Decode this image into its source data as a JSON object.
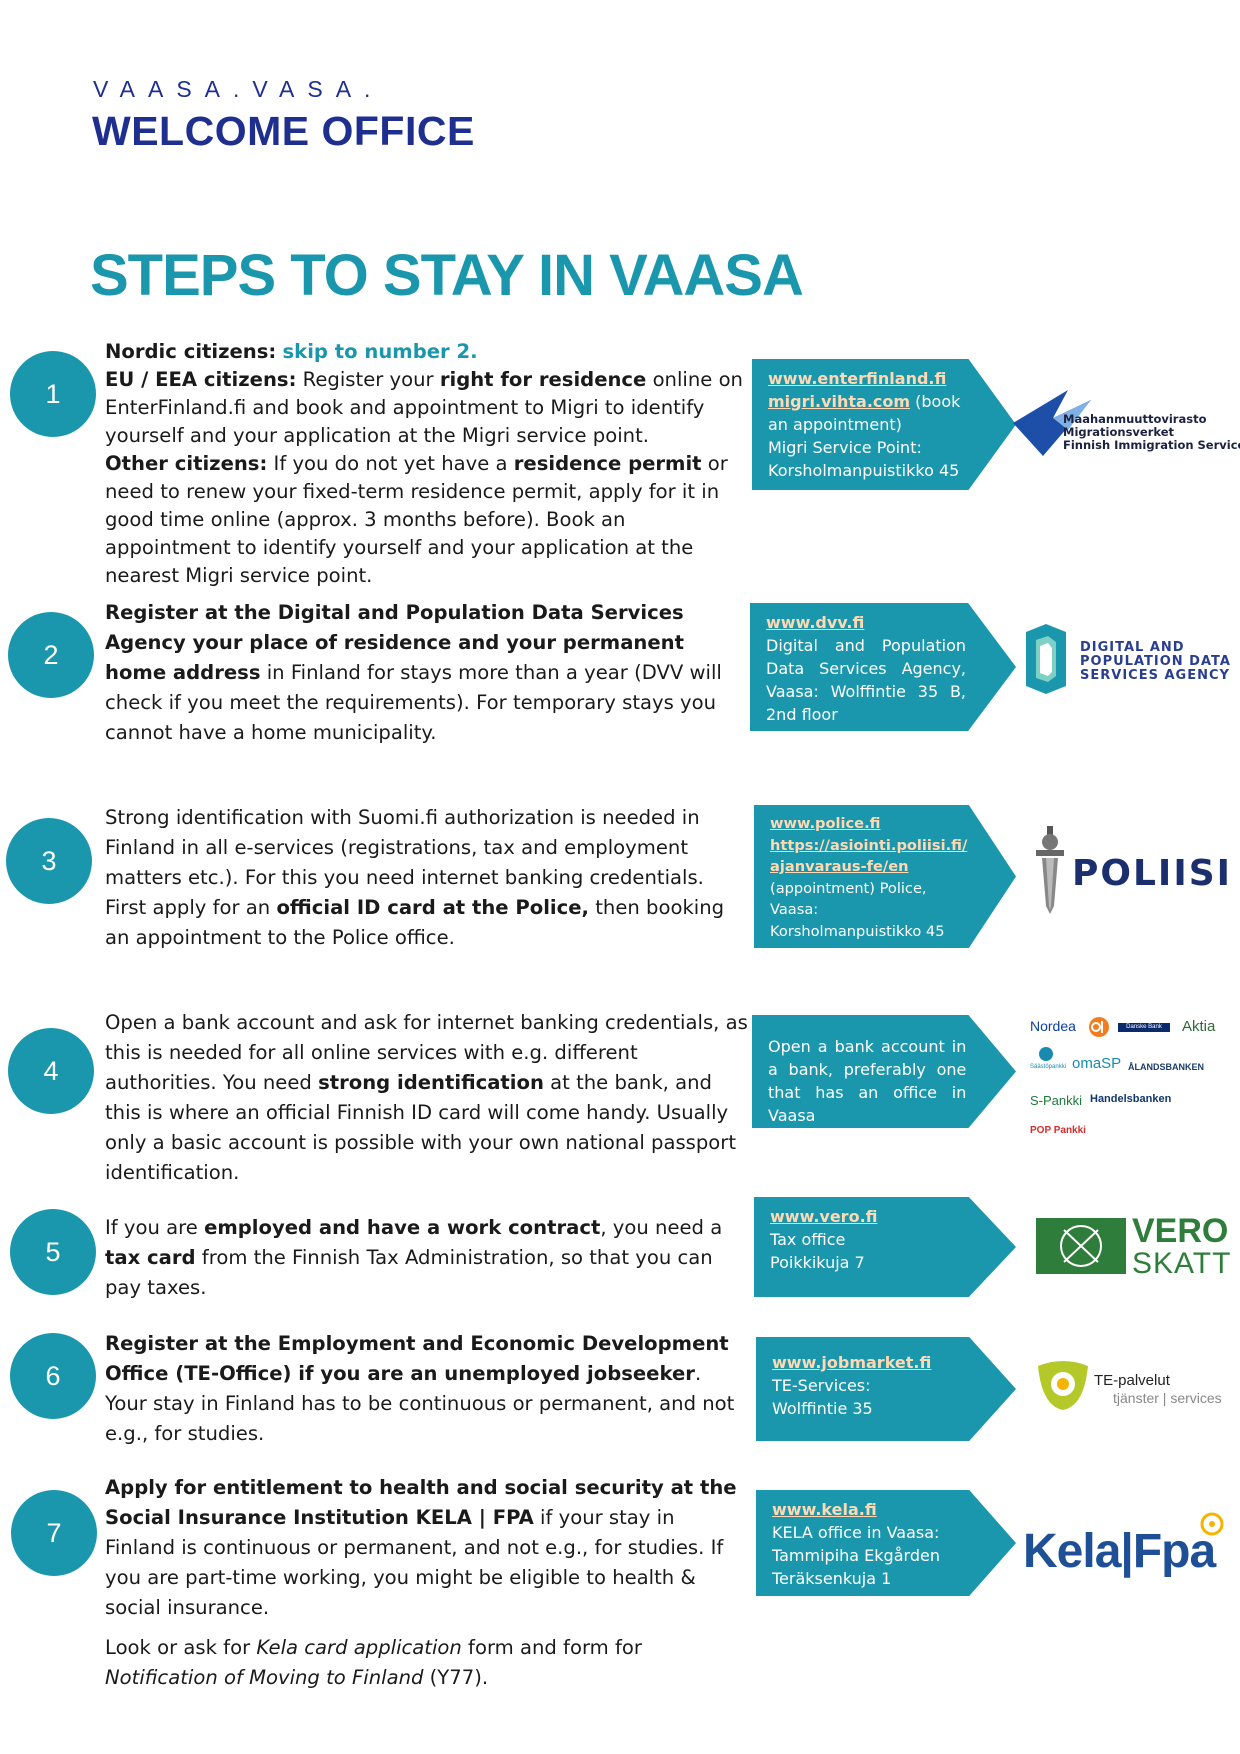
{
  "header": {
    "brand_small": "VAASA.VASA.",
    "brand_big": "WELCOME OFFICE"
  },
  "title": "STEPS TO STAY IN VAASA",
  "steps": [
    {
      "number": "1",
      "nordic_label": "Nordic citizens:",
      "nordic_text": "skip to number 2.",
      "eu_label": "EU / EEA citizens:",
      "eu_t1": " Register your ",
      "eu_b1": "right for residence",
      "eu_t2": " online on EnterFinland.fi and book and appointment to Migri to identify yourself and your application at the Migri service point.",
      "other_label": "Other citizens:",
      "other_t1": " If you do not yet have a ",
      "other_b1": "residence permit",
      "other_t2": " or need to renew your fixed-term residence permit, apply for it in good time online (approx. 3 months before). Book an appointment to identify yourself and your application at the nearest Migri service point.",
      "box": {
        "link1": "www.enterfinland.fi",
        "link2": "migri.vihta.com",
        "link2_after": " (book an appointment)",
        "line1": "Migri Service Point:",
        "line2": "Korsholmanpuistikko 45"
      },
      "logo": {
        "icon": "migri-logo-icon",
        "l1": "Maahanmuuttovirasto",
        "l2": "Migrationsverket",
        "l3": "Finnish Immigration Service"
      }
    },
    {
      "number": "2",
      "b1": "Register at the Digital and Population Data Services Agency your place of residence and your permanent home address",
      "t1": " in Finland for stays more than a year (DVV will check if you meet the requirements). For temporary stays you cannot have a home municipality.",
      "box": {
        "link": "www.dvv.fi",
        "text": "Digital and Population Data Services Agency, Vaasa: Wolffintie 35 B, 2nd floor"
      },
      "logo": {
        "icon": "dvv-logo-icon",
        "l1": "DIGITAL AND",
        "l2": "POPULATION DATA",
        "l3": "SERVICES AGENCY"
      }
    },
    {
      "number": "3",
      "t1": "Strong identification with Suomi.fi authorization is needed in Finland in all e-services (registrations, tax and employment matters etc.). For this you need internet banking credentials. First apply for an ",
      "b1": "official ID card at the Police,",
      "t2": " then booking an appointment to the Police office.",
      "box": {
        "link1": "www.police.fi",
        "link2": "https://asiointi.poliisi.fi/ajanvaraus-fe/en",
        "line1": "(appointment) Police,",
        "line2": "Vaasa:",
        "line3": "Korsholmanpuistikko 45"
      },
      "logo": {
        "icon": "poliisi-emblem-icon",
        "name": "POLIISI"
      }
    },
    {
      "number": "4",
      "t1": "Open a bank account and ask for internet banking credentials, as this is needed for all online services with e.g. different authorities. You need ",
      "b1": "strong identification",
      "t2": " at the bank, and this is where an official Finnish ID card will come handy. Usually only a basic account is possible with your own national passport identification.",
      "box": {
        "text": "Open a bank account in a bank, preferably one that has an office in Vaasa"
      },
      "banks": {
        "nordea": "Nordea",
        "danske": "Danske Bank",
        "aktia": "Aktia",
        "oma": "omaSP",
        "sp": "Säästöpankki",
        "alands": "ÅLANDSBANKEN",
        "spankki": "S-Pankki",
        "handels": "Handelsbanken",
        "pop": "POP Pankki"
      }
    },
    {
      "number": "5",
      "t1": "If you are ",
      "b1": "employed and have a work contract",
      "t2": ", you need a ",
      "b2": "tax card",
      "t3": " from the Finnish Tax Administration, so that you can pay taxes.",
      "box": {
        "link": "www.vero.fi",
        "line1": "Tax office",
        "line2": "Poikkikuja 7"
      },
      "logo": {
        "icon": "vero-emblem-icon",
        "l1": "VERO",
        "l2": "SKATT"
      }
    },
    {
      "number": "6",
      "b1": "Register at the Employment and Economic Development Office (TE-Office) if you are an unemployed jobseeker",
      "t1": ". Your stay in Finland has to be continuous or permanent, and not e.g., for studies.",
      "box": {
        "link": "www.jobmarket.fi",
        "line1": "TE-Services:",
        "line2": "Wolffintie 35"
      },
      "logo": {
        "icon": "te-palvelut-icon",
        "l1": "TE-palvelut",
        "l2": "tjänster | services"
      }
    },
    {
      "number": "7",
      "b1": "Apply for entitlement to health and social security at the Social Insurance Institution KELA | FPA",
      "t1": " if your stay in Finland is continuous or permanent, and not e.g., for studies. If you are part-time working, you might be eligible to health & social insurance.",
      "p2_t1": "Look or ask for ",
      "p2_i1": "Kela card application",
      "p2_t2": " form and form for ",
      "p2_i2": "Notification of Moving to Finland",
      "p2_t3": " (Y77).",
      "box": {
        "link": "www.kela.fi",
        "line1": "KELA office in Vaasa:",
        "line2": "Tammipiha Ekgården",
        "line3": "Teräksenkuja 1"
      },
      "logo": {
        "icon": "kela-logo-icon",
        "name": "Kela|Fpa"
      }
    }
  ],
  "colors": {
    "teal": "#1a97ad",
    "navy": "#1f2f8f",
    "link": "#ffd9b3"
  }
}
